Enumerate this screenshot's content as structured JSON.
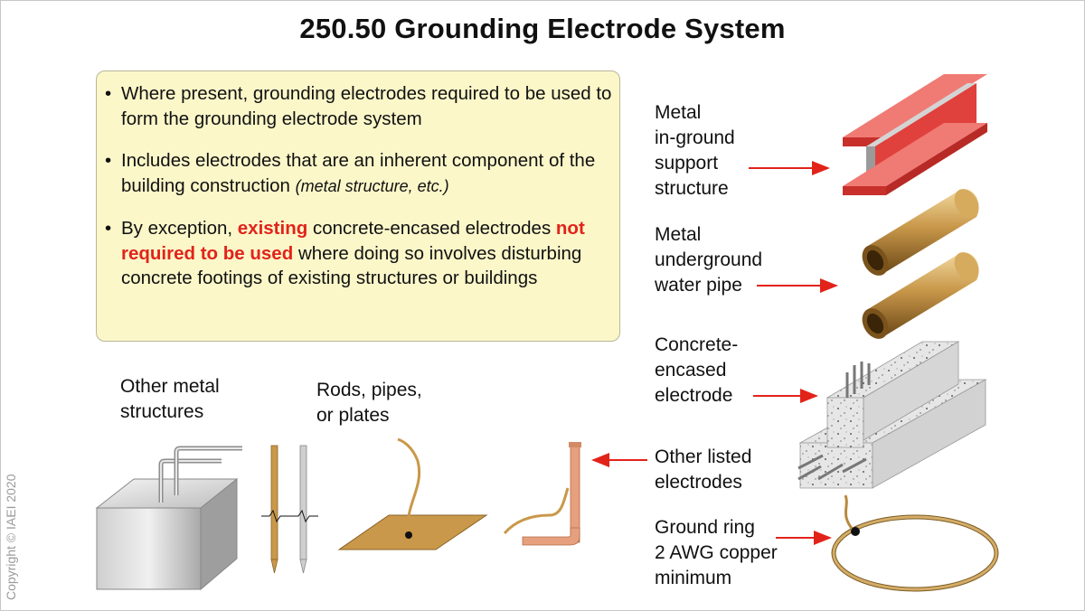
{
  "title": "250.50 Grounding Electrode System",
  "bullets": {
    "b1": "Where present, grounding electrodes required to be used to form the grounding electrode system",
    "b2_main": "Includes electrodes that are an inherent component of the building construction",
    "b2_italic": "(metal structure, etc.)",
    "b3_a": "By exception,",
    "b3_red1": "existing",
    "b3_b": "concrete-encased electrodes",
    "b3_red2": "not required to be used",
    "b3_c": "where doing so involves disturbing concrete footings of existing structures or buildings"
  },
  "labels": {
    "support": "Metal\nin-ground\nsupport\nstructure",
    "pipe": "Metal\nunderground\nwater pipe",
    "concrete": "Concrete-\nencased\nelectrode",
    "listed": "Other listed\nelectrodes",
    "ring": "Ground ring\n2 AWG copper\nminimum",
    "other_metal": "Other metal\nstructures",
    "rods": "Rods, pipes,\nor plates"
  },
  "copyright": "Copyright © IAEI 2020",
  "colors": {
    "accent_red": "#e2231a",
    "box_fill": "#fbf7c9",
    "copper": "#c9984a",
    "beam": "#e0413c"
  }
}
